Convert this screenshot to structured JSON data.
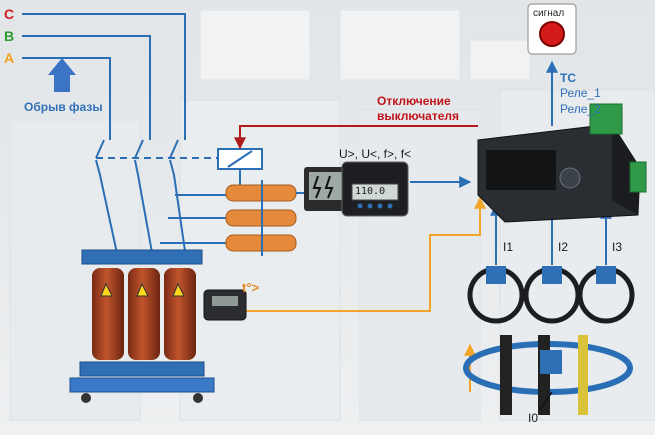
{
  "phases": [
    {
      "label": "C",
      "color": "#d42020"
    },
    {
      "label": "B",
      "color": "#2f9a2f"
    },
    {
      "label": "A",
      "color": "#f0a020"
    }
  ],
  "phase_break_label": "Обрыв фазы",
  "trip_label_line1": "Отключение",
  "trip_label_line2": "выключателя",
  "protection_label": "U>, U<, f>, f<",
  "relay_display": "110.0",
  "signal_label": "сигнал",
  "outputs": {
    "title": "TC",
    "relay1": "Реле_1",
    "relay2": "Реле_2"
  },
  "current_labels": {
    "i1": "I1",
    "i2": "I2",
    "i3": "I3",
    "i0": "I0"
  },
  "temperature_label": "t°>",
  "colors": {
    "bus": "#2a6fb5",
    "trip": "#b01a1a",
    "analog": "#f2a52a",
    "accent": "#2f6fb5"
  }
}
